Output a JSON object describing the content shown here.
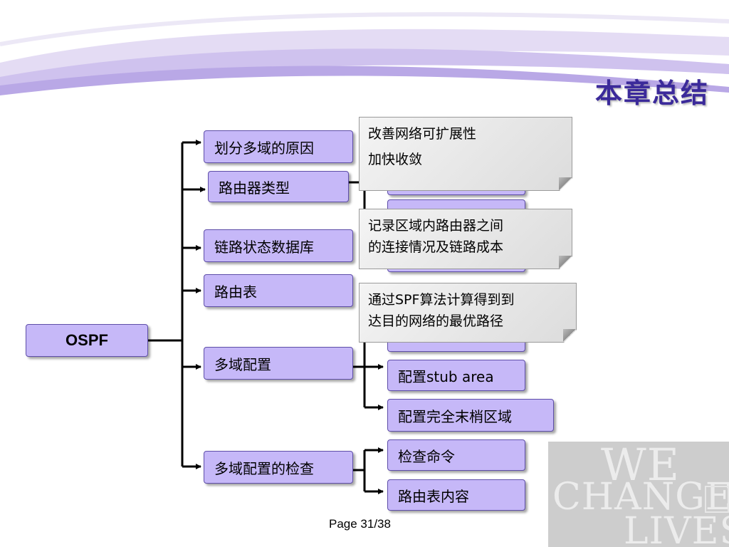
{
  "slide": {
    "title": "本章总结",
    "page_label": "Page 31/38"
  },
  "tree": {
    "root": "OSPF",
    "branches": [
      {
        "label": "划分多域的原因"
      },
      {
        "label": "路由器类型"
      },
      {
        "label": "链路状态数据库"
      },
      {
        "label": "路由表"
      },
      {
        "label": "多域配置",
        "children": [
          "配置stub area",
          "配置完全末梢区域"
        ]
      },
      {
        "label": "多域配置的检查",
        "children": [
          "检查命令",
          "路由表内容"
        ]
      }
    ]
  },
  "callouts": [
    {
      "lines": [
        "改善网络可扩展性",
        "加快收敛"
      ]
    },
    {
      "lines": [
        "记录区域内路由器之间",
        "的连接情况及链路成本"
      ]
    },
    {
      "lines": [
        "通过SPF算法计算得到到",
        "达目的网络的最优路径"
      ]
    }
  ],
  "watermark": {
    "lines": [
      "WE",
      "CHANGE",
      "LIVES"
    ]
  },
  "colors": {
    "node_fill": "#c6b8f8",
    "node_border": "#5e4ea8",
    "title": "#3b2a9a",
    "callout_fill": "#e6e6e6"
  }
}
